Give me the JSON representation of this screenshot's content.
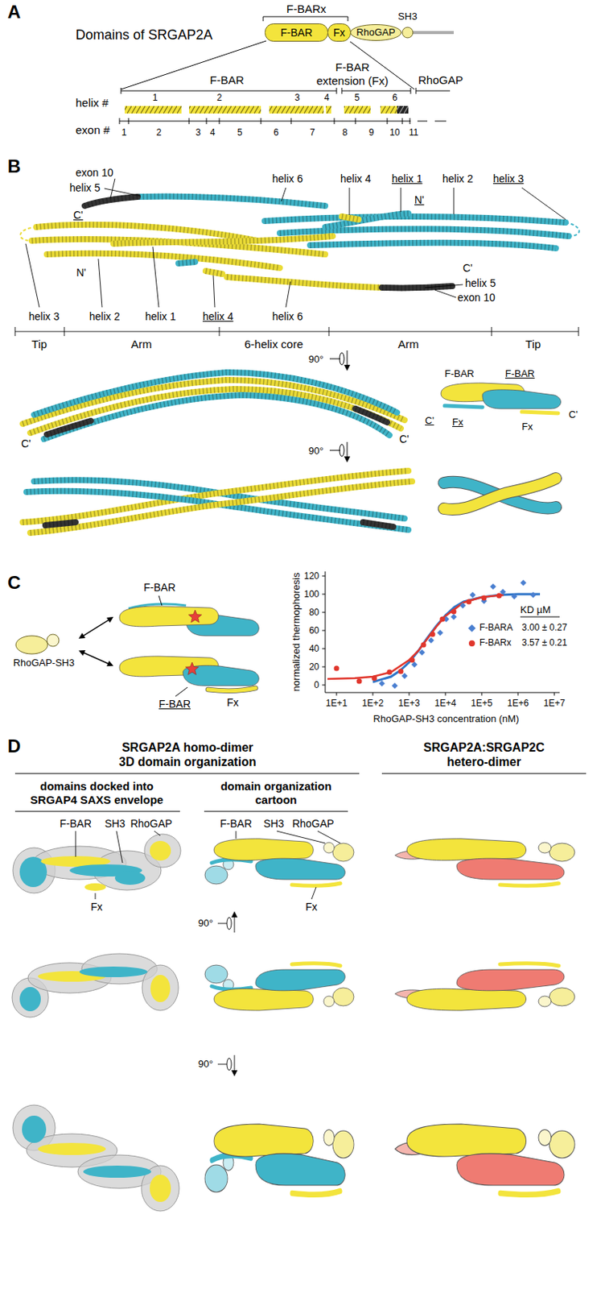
{
  "diagram": {
    "nodes": [
      {
        "text": [
          "F-BAR"
        ]
      },
      {
        "text": [
          "Fx"
        ]
      },
      {
        "text": [
          "RhoGAP"
        ]
      },
      {
        "text": [
          "SH3"
        ]
      },
      {
        "text": [
          "RhoGAP-SH3"
        ]
      },
      {
        "text": [
          "F-BAR"
        ]
      },
      {
        "text": [
          "F-BAR",
          "Fx"
        ]
      }
    ],
    "edges": [
      {
        "from": 4,
        "to": 5,
        "arrow": "both"
      },
      {
        "from": 4,
        "to": 6,
        "arrow": "both"
      }
    ],
    "labels": [
      "A",
      "F-BARx",
      "Domains of SRGAP2A",
      "F-BAR",
      "F-BAR extension (Fx)",
      "RhoGAP",
      "helix #",
      "1",
      "2",
      "3",
      "4",
      "5",
      "6",
      "exon #",
      "1",
      "2",
      "3",
      "4",
      "5",
      "6",
      "7",
      "8",
      "9",
      "10",
      "11",
      "B",
      "exon 10",
      "helix 6",
      "helix 4",
      "helix 1",
      "helix 2",
      "helix 3",
      "helix 5",
      "C'",
      "N'",
      "N'",
      "C'",
      "helix 5",
      "exon 10",
      "helix 3",
      "helix 2",
      "helix 1",
      "helix 4",
      "helix 6",
      "Tip",
      "Arm",
      "6-helix core",
      "Arm",
      "Tip",
      "90°",
      "C'",
      "C'",
      "F-BAR",
      "F-BAR",
      "C'",
      "Fx",
      "Fx",
      "C'",
      "90°",
      "C",
      "normalized thermophoresis",
      "120",
      "100",
      "80",
      "60",
      "40",
      "20",
      "0",
      "1E+1",
      "1E+2",
      "1E+3",
      "1E+4",
      "1E+5",
      "1E+6",
      "1E+7",
      "RhoGAP-SH3 concentration (nM)",
      "KD µM",
      "3.00 ± 0.27",
      "3.57 ± 0.21",
      "D",
      "SRGAP2A homo-dimer 3D domain organization",
      "SRGAP2A:SRGAP2C hetero-dimer",
      "domains docked into SRGAP4 SAXS envelope",
      "domain organization cartoon",
      "F-BAR",
      "SH3",
      "RhoGAP",
      "Fx",
      "F-BAR",
      "SH3",
      "RhoGAP",
      "Fx",
      "90°",
      "90°"
    ],
    "legend": [
      {
        "text": "F-BARA"
      },
      {
        "text": "F-BARx"
      }
    ]
  }
}
